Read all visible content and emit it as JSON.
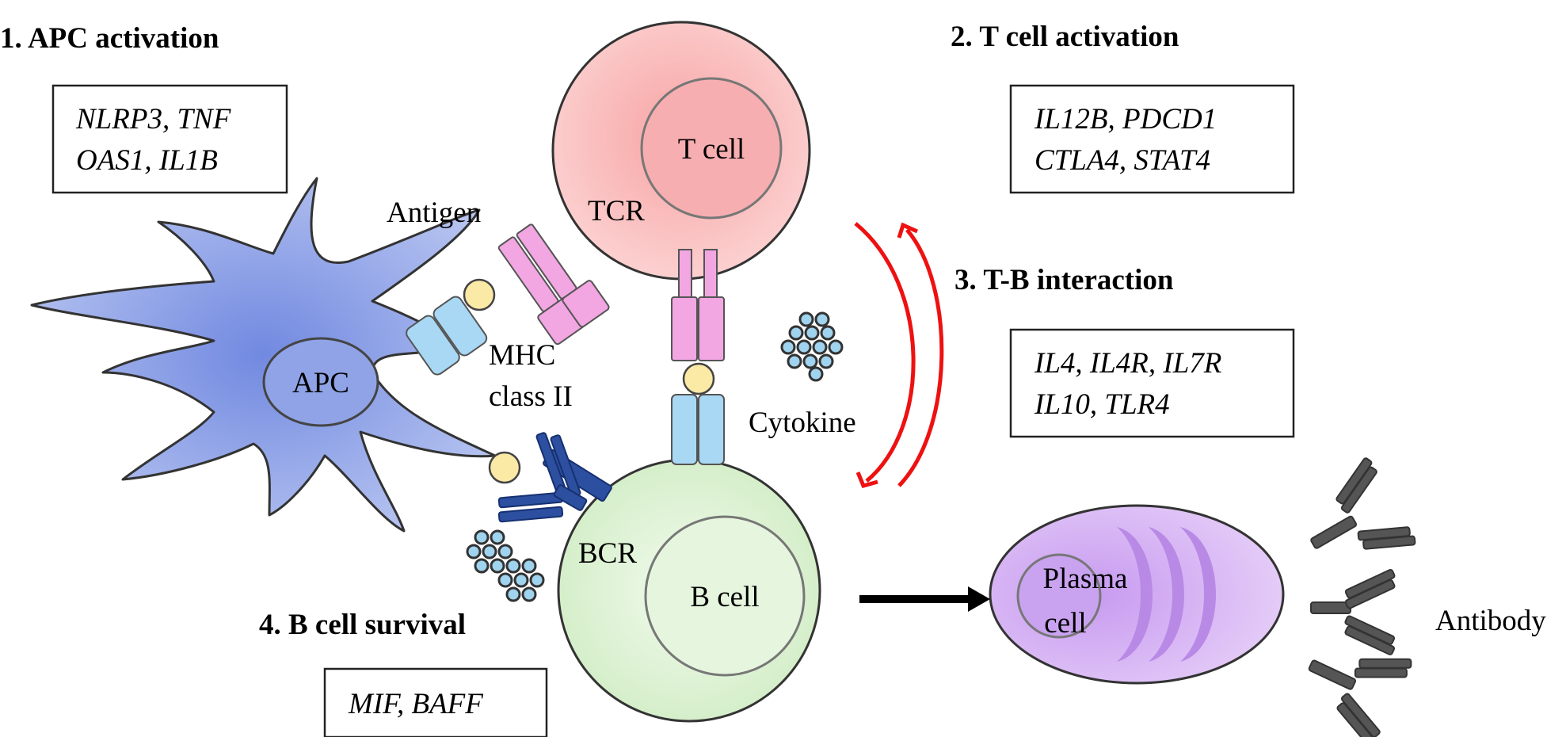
{
  "sections": {
    "apc_activation": {
      "heading": "1. APC activation",
      "genes": [
        "NLRP3, TNF",
        "OAS1, IL1B"
      ]
    },
    "t_cell_activation": {
      "heading": "2. T cell activation",
      "genes": [
        "IL12B, PDCD1",
        "CTLA4, STAT4"
      ]
    },
    "t_b_interaction": {
      "heading": "3. T-B interaction",
      "genes": [
        "IL4, IL4R, IL7R",
        "IL10, TLR4"
      ]
    },
    "b_cell_survival": {
      "heading": "4. B cell survival",
      "genes": [
        "MIF, BAFF"
      ]
    }
  },
  "cells": {
    "apc": "APC",
    "t_cell": "T cell",
    "b_cell": "B cell",
    "plasma_cell": [
      "Plasma",
      "cell"
    ]
  },
  "molecules": {
    "antigen": "Antigen",
    "tcr": "TCR",
    "mhc": [
      "MHC",
      "class II"
    ],
    "cytokine": "Cytokine",
    "bcr": "BCR",
    "antibody": "Antibody"
  },
  "colors": {
    "apc_fill": "#8fa3e6",
    "t_cell_fill": "#f9b9b9",
    "b_cell_fill": "#d7f0cc",
    "plasma_fill": "#d9b5f0",
    "tcr_fill": "#f2a6e2",
    "mhc_fill": "#a8d8f4",
    "antigen_fill": "#fbe9a6",
    "bcr_fill": "#2c4f9f",
    "antibody_fill": "#555555",
    "interaction_arrow": "#ee1111",
    "differentiation_arrow": "#000000"
  },
  "icons": {
    "cytokine_cluster": "dot-cluster",
    "bcr": "y-antibody",
    "antibody": "y-antibody",
    "tcr": "receptor-pair",
    "mhc": "receptor-pair",
    "antigen": "circle",
    "interaction": "curved-double-arrow",
    "differentiation": "straight-arrow"
  }
}
